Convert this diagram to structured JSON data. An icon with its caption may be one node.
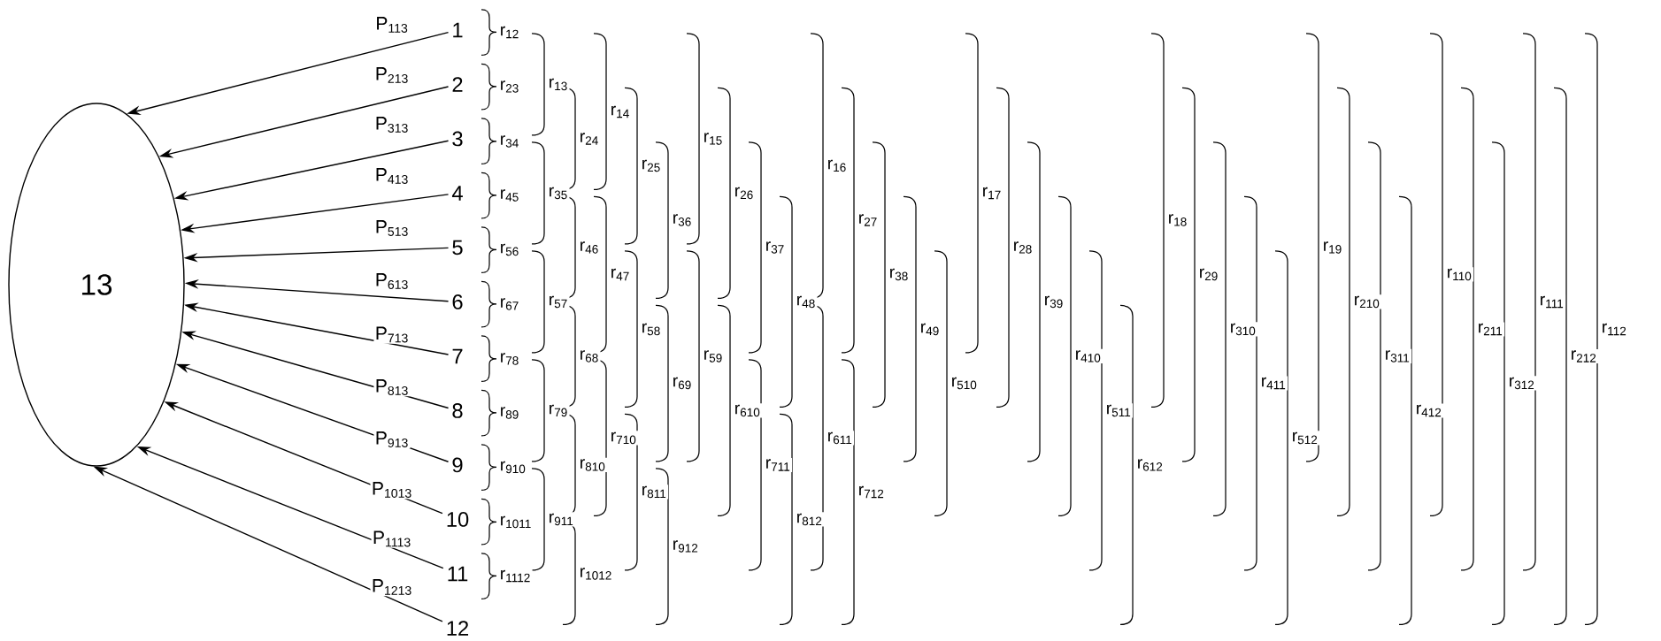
{
  "diagram": {
    "nodes": [
      {
        "text": [
          "13"
        ]
      },
      {
        "text": [
          "1"
        ]
      },
      {
        "text": [
          "2"
        ]
      },
      {
        "text": [
          "3"
        ]
      },
      {
        "text": [
          "4"
        ]
      },
      {
        "text": [
          "5"
        ]
      },
      {
        "text": [
          "6"
        ]
      },
      {
        "text": [
          "7"
        ]
      },
      {
        "text": [
          "8"
        ]
      },
      {
        "text": [
          "9"
        ]
      },
      {
        "text": [
          "10"
        ]
      },
      {
        "text": [
          "11"
        ]
      },
      {
        "text": [
          "12"
        ]
      }
    ],
    "edges": [
      {
        "from": 1,
        "to": 0,
        "arrow": "to",
        "label": "P$_{113}$"
      },
      {
        "from": 2,
        "to": 0,
        "arrow": "to",
        "label": "P$_{213}$"
      },
      {
        "from": 3,
        "to": 0,
        "arrow": "to",
        "label": "P$_{313}$"
      },
      {
        "from": 4,
        "to": 0,
        "arrow": "to",
        "label": "P$_{413}$"
      },
      {
        "from": 5,
        "to": 0,
        "arrow": "to",
        "label": "P$_{513}$"
      },
      {
        "from": 6,
        "to": 0,
        "arrow": "to",
        "label": "P$_{613}$"
      },
      {
        "from": 7,
        "to": 0,
        "arrow": "to",
        "label": "P$_{713}$"
      },
      {
        "from": 8,
        "to": 0,
        "arrow": "to",
        "label": "P$_{813}$"
      },
      {
        "from": 9,
        "to": 0,
        "arrow": "to",
        "label": "P$_{913}$"
      },
      {
        "from": 10,
        "to": 0,
        "arrow": "to",
        "label": "P$_{1013}$"
      },
      {
        "from": 11,
        "to": 0,
        "arrow": "to",
        "label": "P$_{1113}$"
      },
      {
        "from": 12,
        "to": 0,
        "arrow": "to",
        "label": "P$_{1213}$"
      }
    ],
    "labels": [
      "r$_{12}$",
      "r$_{23}$",
      "r$_{34}$",
      "r$_{45}$",
      "r$_{56}$",
      "r$_{67}$",
      "r$_{78}$",
      "r$_{89}$",
      "r$_{910}$",
      "r$_{1011}$",
      "r$_{1112}$",
      "r$_{13}$",
      "r$_{24}$",
      "r$_{35}$",
      "r$_{46}$",
      "r$_{57}$",
      "r$_{68}$",
      "r$_{79}$",
      "r$_{810}$",
      "r$_{911}$",
      "r$_{1012}$",
      "r$_{14}$",
      "r$_{25}$",
      "r$_{36}$",
      "r$_{47}$",
      "r$_{58}$",
      "r$_{69}$",
      "r$_{710}$",
      "r$_{811}$",
      "r$_{912}$",
      "r$_{15}$",
      "r$_{26}$",
      "r$_{37}$",
      "r$_{48}$",
      "r$_{59}$",
      "r$_{610}$",
      "r$_{711}$",
      "r$_{812}$",
      "r$_{16}$",
      "r$_{27}$",
      "r$_{38}$",
      "r$_{49}$",
      "r$_{510}$",
      "r$_{611}$",
      "r$_{712}$",
      "r$_{17}$",
      "r$_{28}$",
      "r$_{39}$",
      "r$_{410}$",
      "r$_{511}$",
      "r$_{612}$",
      "r$_{18}$",
      "r$_{29}$",
      "r$_{310}$",
      "r$_{411}$",
      "r$_{512}$",
      "r$_{19}$",
      "r$_{210}$",
      "r$_{311}$",
      "r$_{412}$",
      "r$_{110}$",
      "r$_{211}$",
      "r$_{312}$",
      "r$_{111}$",
      "r$_{212}$",
      "r$_{112}$"
    ]
  }
}
